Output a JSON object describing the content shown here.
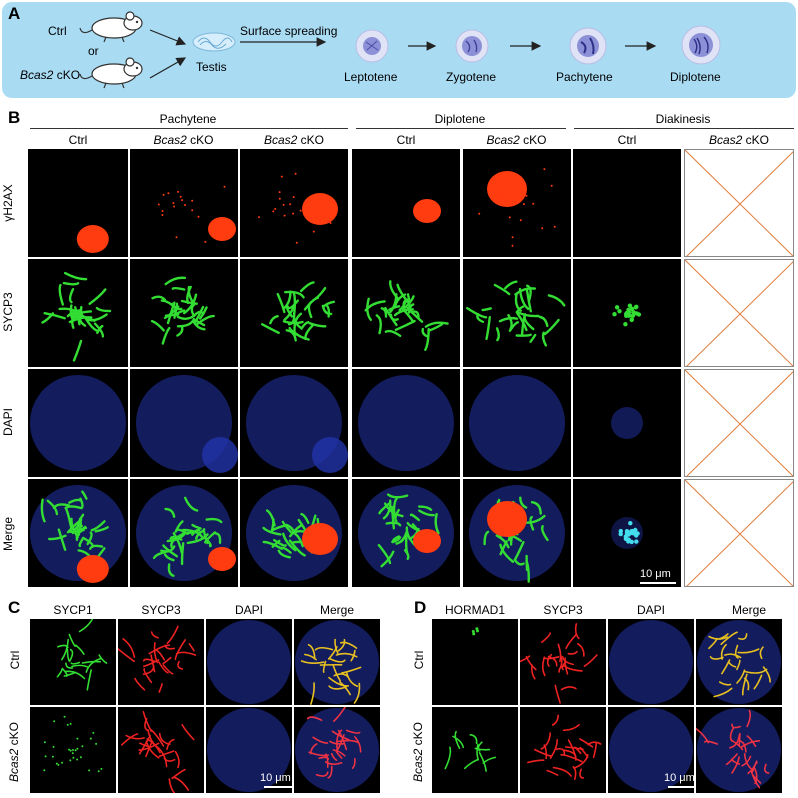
{
  "panels": {
    "a": "A",
    "b": "B",
    "c": "C",
    "d": "D"
  },
  "panel_a": {
    "ctrl": "Ctrl",
    "or": "or",
    "cko_gene": "Bcas2",
    "cko_suffix": " cKO",
    "testis": "Testis",
    "surface": "Surface spreading",
    "stages": [
      "Leptotene",
      "Zygotene",
      "Pachytene",
      "Diplotene"
    ]
  },
  "panel_b": {
    "groups": [
      "Pachytene",
      "Diplotene",
      "Diakinesis"
    ],
    "col_ctrl": "Ctrl",
    "col_gene": "Bcas2",
    "col_suffix": " cKO",
    "rows": [
      "γH2AX",
      "SYCP3",
      "DAPI",
      "Merge"
    ],
    "scale": "10 μm"
  },
  "panel_c": {
    "cols": [
      "SYCP1",
      "SYCP3",
      "DAPI",
      "Merge"
    ],
    "row_ctrl": "Ctrl",
    "row_cko": "Bcas2 cKO",
    "scale": "10 μm"
  },
  "panel_d": {
    "cols": [
      "HORMAD1",
      "SYCP3",
      "DAPI",
      "Merge"
    ],
    "row_ctrl": "Ctrl",
    "row_cko": "Bcas2 cKO",
    "scale": "10 μm"
  },
  "colors": {
    "panel_a_bg": "#a9dbf3",
    "gamma_h2ax": "#ff3b10",
    "sycp3_green": "#33dd33",
    "dapi_blue": "#2233aa",
    "cross": "#e07b39"
  }
}
